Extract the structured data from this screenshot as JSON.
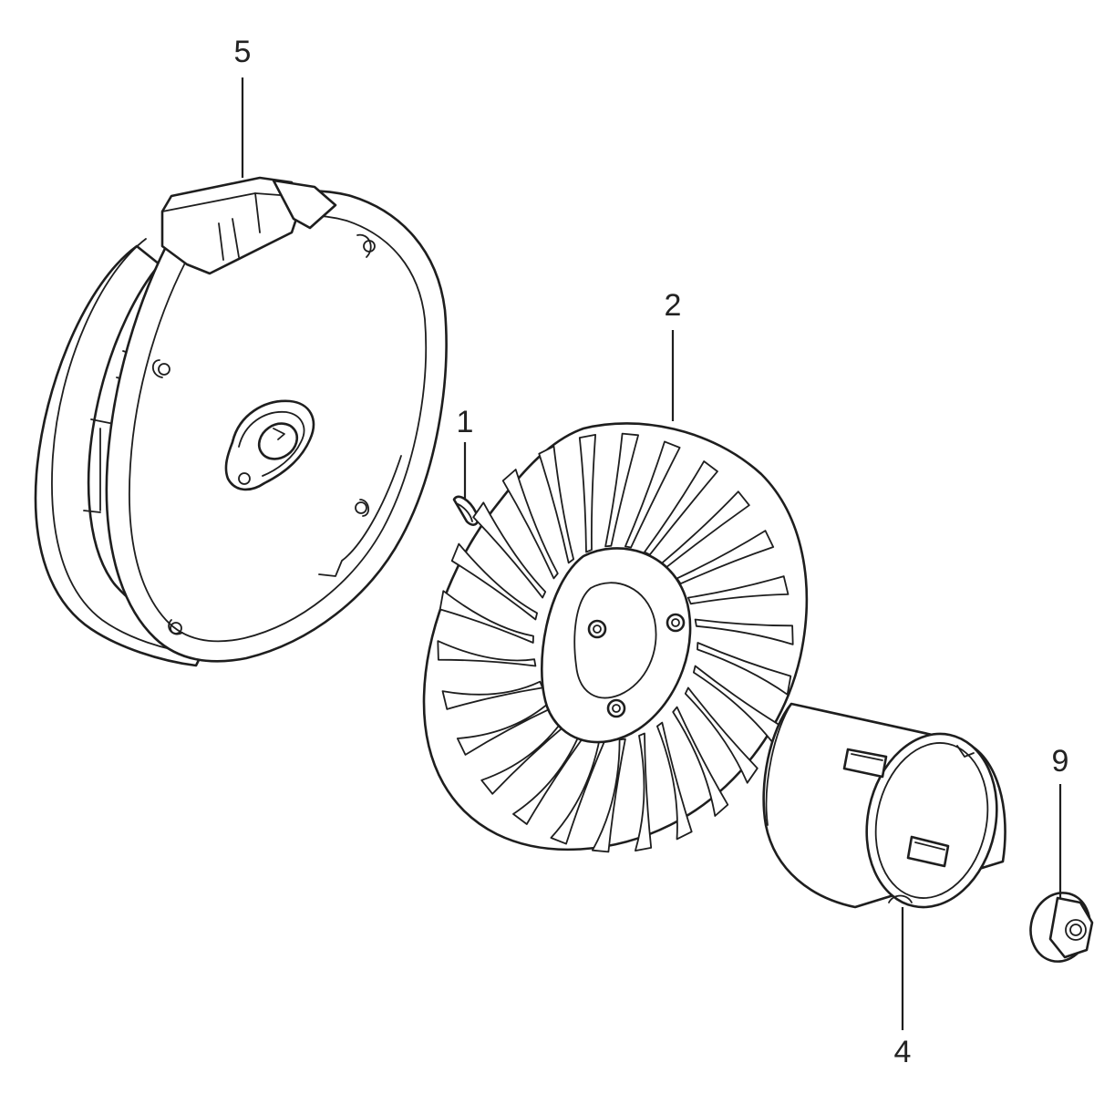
{
  "callouts": {
    "part_5": "5",
    "part_2": "2",
    "part_1": "1",
    "part_9": "9",
    "part_4": "4"
  },
  "parts": {
    "part_5": "flywheel-housing",
    "part_2": "fan-flywheel",
    "part_1": "woodruff-key",
    "part_4": "starter-cup",
    "part_9": "flange-nut"
  },
  "colors": {
    "ink": "#1e1e1e",
    "background": "#ffffff"
  }
}
